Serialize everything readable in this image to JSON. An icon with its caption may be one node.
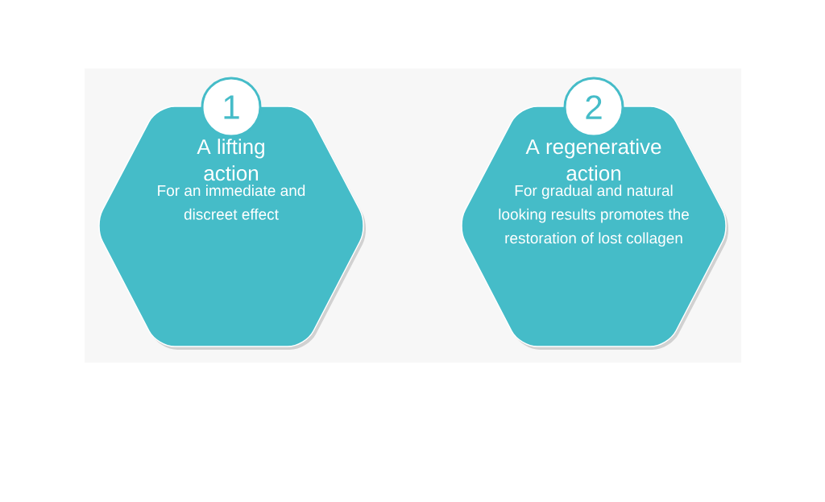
{
  "diagram": {
    "nodes": [
      {
        "text": [
          "1"
        ]
      },
      {
        "text": [
          "A lifting action",
          "For an immediate and discreet effect"
        ]
      },
      {
        "text": [
          "2"
        ]
      },
      {
        "text": [
          "A regenerative action",
          "For gradual and natural looking results promotes the restoration of lost collagen"
        ]
      }
    ]
  }
}
